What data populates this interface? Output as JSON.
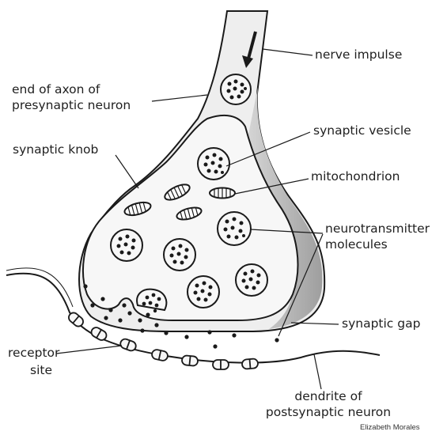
{
  "labels": {
    "nerve_impulse": "nerve impulse",
    "end_of_axon_line1": "end of axon of",
    "end_of_axon_line2": "presynaptic neuron",
    "synaptic_knob": "synaptic knob",
    "synaptic_vesicle": "synaptic vesicle",
    "mitochondrion": "mitochondrion",
    "neurotransmitter_line1": "neurotransmitter",
    "neurotransmitter_line2": "molecules",
    "synaptic_gap": "synaptic gap",
    "receptor_site_line1": "receptor",
    "receptor_site_line2": "site",
    "dendrite_line1": "dendrite of",
    "dendrite_line2": "postsynaptic neuron"
  },
  "credit": "Elizabeth Morales",
  "colors": {
    "ink": "#1a1a1a",
    "membrane_fill": "#eeeeee",
    "inner_fill": "#f7f7f7",
    "shading": "#b9b9b9"
  },
  "icons": {
    "impulse_arrow": "arrow-down-icon"
  }
}
